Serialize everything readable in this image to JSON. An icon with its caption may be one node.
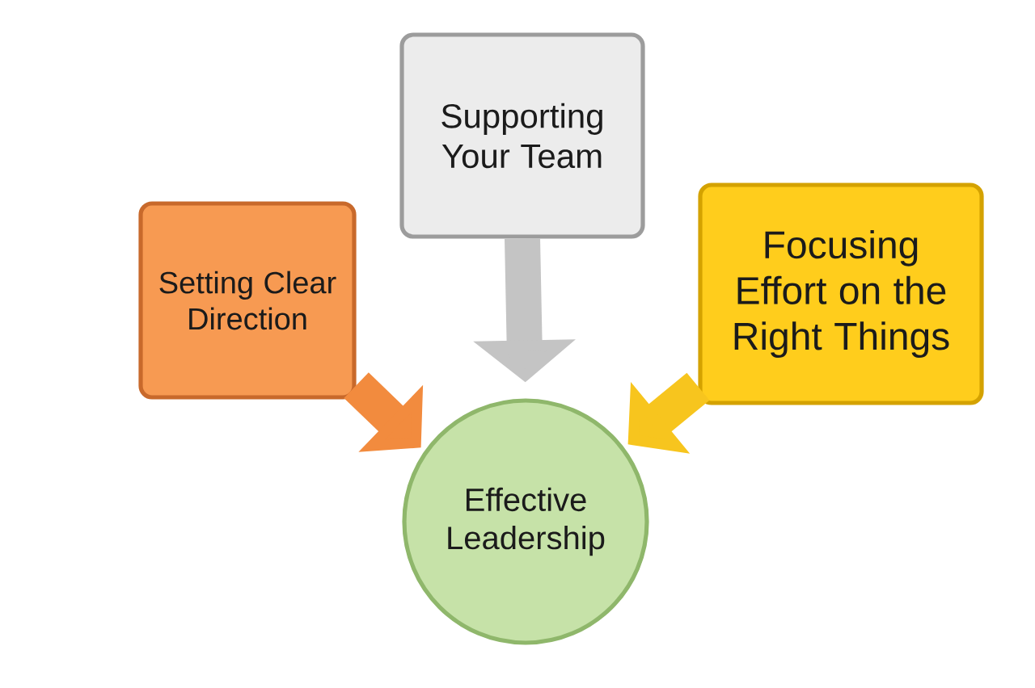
{
  "diagram": {
    "nodes": [
      {
        "text": [
          "Setting Clear Direction"
        ]
      },
      {
        "text": [
          "Supporting Your Team"
        ]
      },
      {
        "text": [
          "Focusing Effort on the Right Things"
        ]
      },
      {
        "text": [
          "Effective Leadership"
        ]
      }
    ],
    "edges": [
      {
        "from": 0,
        "to": 3,
        "arrow": "to",
        "color": "#f28b3e"
      },
      {
        "from": 1,
        "to": 3,
        "arrow": "to",
        "color": "#c4c4c4"
      },
      {
        "from": 2,
        "to": 3,
        "arrow": "to",
        "color": "#f7c51e"
      }
    ]
  }
}
